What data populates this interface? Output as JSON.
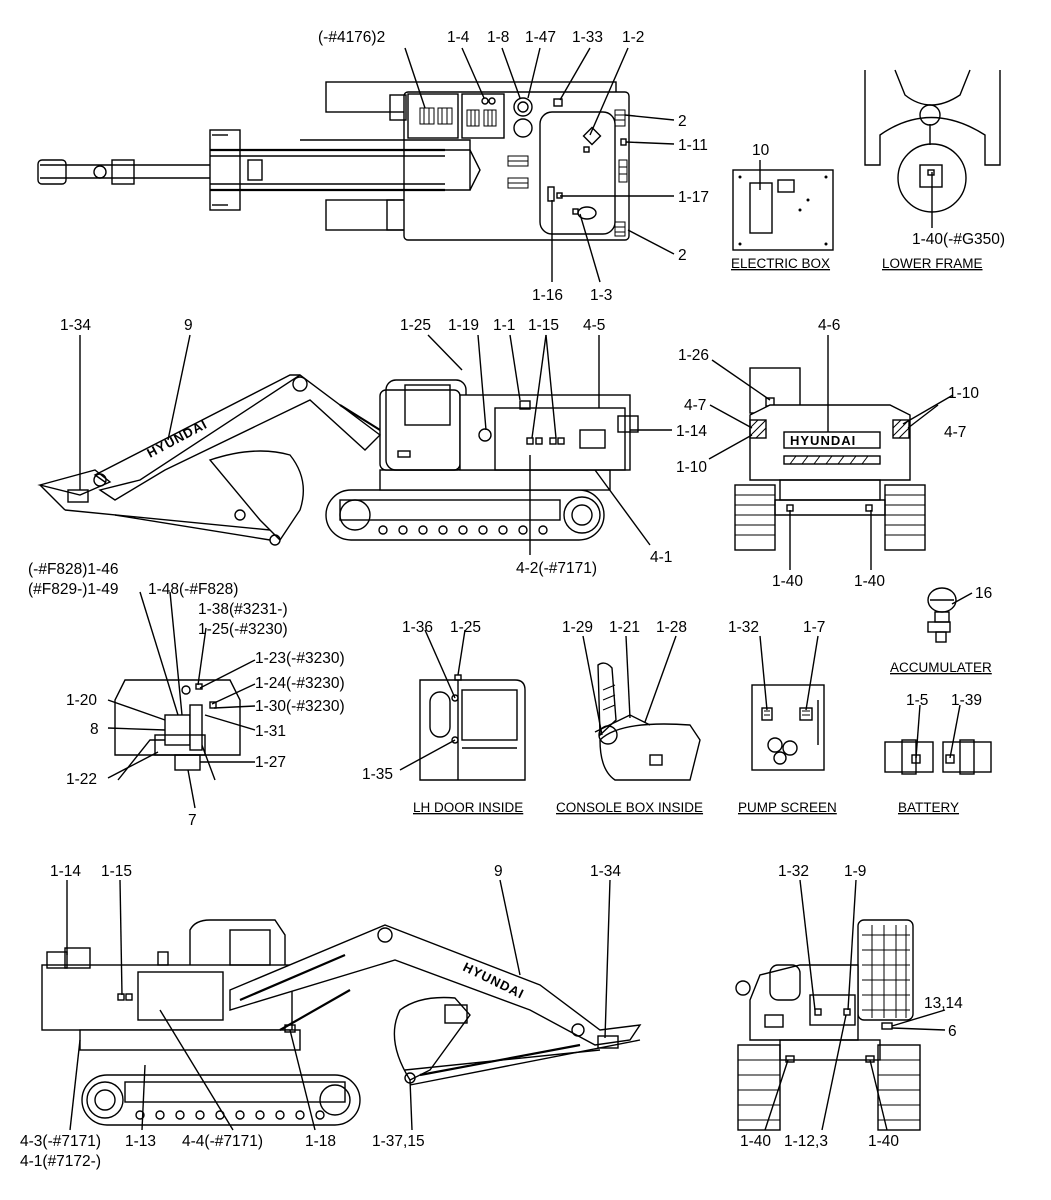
{
  "views": [
    {
      "name": "top-view",
      "callouts": [
        "(-#4176)2",
        "1-4",
        "1-8",
        "1-47",
        "1-33",
        "1-2",
        "2",
        "1-11",
        "1-17",
        "2",
        "1-16",
        "1-3"
      ]
    },
    {
      "name": "electric-box",
      "caption": "ELECTRIC BOX",
      "callouts": [
        "10"
      ]
    },
    {
      "name": "lower-frame",
      "caption": "LOWER FRAME",
      "callouts": [
        "1-40(-#G350)"
      ]
    },
    {
      "name": "left-side-view",
      "brand": "HYUNDAI",
      "callouts": [
        "1-34",
        "9",
        "1-25",
        "1-19",
        "1-1",
        "1-15",
        "4-5",
        "1-14",
        "4-2(-#7171)",
        "4-1"
      ]
    },
    {
      "name": "rear-view",
      "brand": "HYUNDAI",
      "callouts": [
        "1-26",
        "4-6",
        "4-7",
        "1-10",
        "4-7",
        "1-10",
        "1-40",
        "1-40"
      ]
    },
    {
      "name": "cab-detail",
      "callouts": [
        "(-#F828)1-46",
        "(#F829-)1-49",
        "1-48(-#F828)",
        "1-38(#3231-)",
        "1-25(-#3230)",
        "1-23(-#3230)",
        "1-24(-#3230)",
        "1-30(-#3230)",
        "1-31",
        "1-20",
        "8",
        "1-22",
        "1-27",
        "7"
      ]
    },
    {
      "name": "lh-door-inside",
      "caption": "LH DOOR INSIDE",
      "callouts": [
        "1-36",
        "1-25",
        "1-35"
      ]
    },
    {
      "name": "console-box-inside",
      "caption": "CONSOLE BOX INSIDE",
      "callouts": [
        "1-29",
        "1-21",
        "1-28"
      ]
    },
    {
      "name": "pump-screen",
      "caption": "PUMP SCREEN",
      "callouts": [
        "1-32",
        "1-7"
      ]
    },
    {
      "name": "accumulater",
      "caption": "ACCUMULATER",
      "callouts": [
        "16"
      ]
    },
    {
      "name": "battery",
      "caption": "BATTERY",
      "callouts": [
        "1-5",
        "1-39"
      ]
    },
    {
      "name": "right-side-view",
      "brand": "HYUNDAI",
      "callouts": [
        "1-14",
        "1-15",
        "9",
        "1-34",
        "4-3(-#7171)",
        "4-1(#7172-)",
        "1-13",
        "4-4(-#7171)",
        "1-18",
        "1-37,15"
      ]
    },
    {
      "name": "front-view",
      "callouts": [
        "1-32",
        "1-9",
        "13,14",
        "6",
        "1-40",
        "1-12,3",
        "1-40"
      ]
    }
  ]
}
